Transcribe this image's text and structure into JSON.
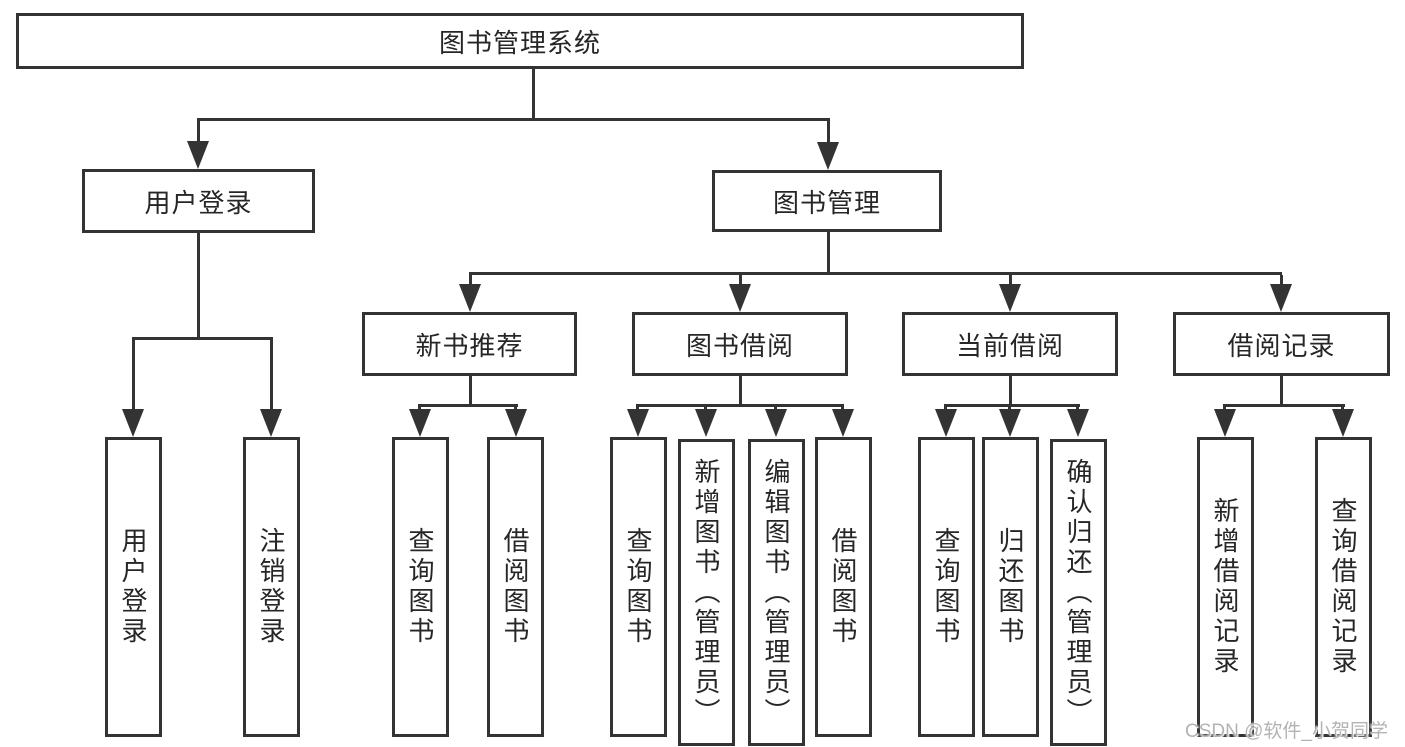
{
  "colors": {
    "line": "#333333",
    "border": "#333333",
    "text": "#262626",
    "bg": "#ffffff",
    "wm": "#b3b3b3"
  },
  "root": {
    "label": "图书管理系统"
  },
  "branches": [
    {
      "label": "用户登录",
      "children": [
        {
          "label": "用户登录"
        },
        {
          "label": "注销登录"
        }
      ]
    },
    {
      "label": "图书管理",
      "children": [
        {
          "label": "新书推荐",
          "children": [
            {
              "label": "查询图书"
            },
            {
              "label": "借阅图书"
            }
          ]
        },
        {
          "label": "图书借阅",
          "children": [
            {
              "label": "查询图书"
            },
            {
              "label": "新增图书（管理员）"
            },
            {
              "label": "编辑图书（管理员）"
            },
            {
              "label": "借阅图书"
            }
          ]
        },
        {
          "label": "当前借阅",
          "children": [
            {
              "label": "查询图书"
            },
            {
              "label": "归还图书"
            },
            {
              "label": "确认归还（管理员）"
            }
          ]
        },
        {
          "label": "借阅记录",
          "children": [
            {
              "label": "新增借阅记录"
            },
            {
              "label": "查询借阅记录"
            }
          ]
        }
      ]
    }
  ],
  "watermark": {
    "text": "CSDN @软件_小贺同学"
  }
}
